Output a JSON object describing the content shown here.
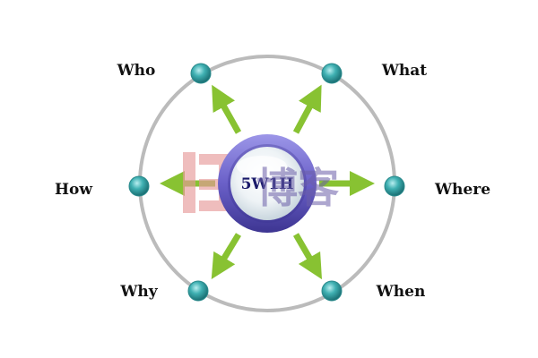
{
  "center": {
    "label": "5W1H"
  },
  "nodes": [
    {
      "id": "who",
      "label": "Who"
    },
    {
      "id": "what",
      "label": "What"
    },
    {
      "id": "how",
      "label": "How"
    },
    {
      "id": "where",
      "label": "Where"
    },
    {
      "id": "why",
      "label": "Why"
    },
    {
      "id": "when",
      "label": "When"
    }
  ],
  "watermark": {
    "text": "博客"
  },
  "colors": {
    "ring": "#bbbbbb",
    "node": "#2a9a9a",
    "arrow": "#88c232",
    "center_ring": "#6a60c8",
    "center_fill": "#e6eef2",
    "watermark_logo": "#e89a9a"
  }
}
